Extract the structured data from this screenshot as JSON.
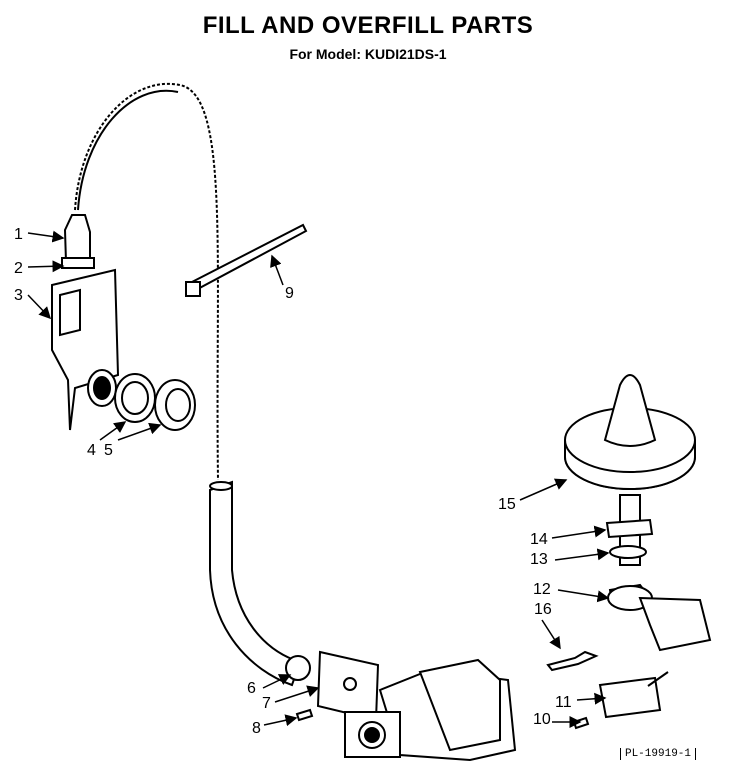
{
  "header": {
    "title": "FILL AND OVERFILL PARTS",
    "subtitle": "For Model: KUDI21DS-1"
  },
  "callouts": [
    "1",
    "2",
    "3",
    "4",
    "5",
    "6",
    "7",
    "8",
    "9",
    "10",
    "11",
    "12",
    "13",
    "14",
    "15",
    "16"
  ],
  "reference": "PL-19919-1"
}
